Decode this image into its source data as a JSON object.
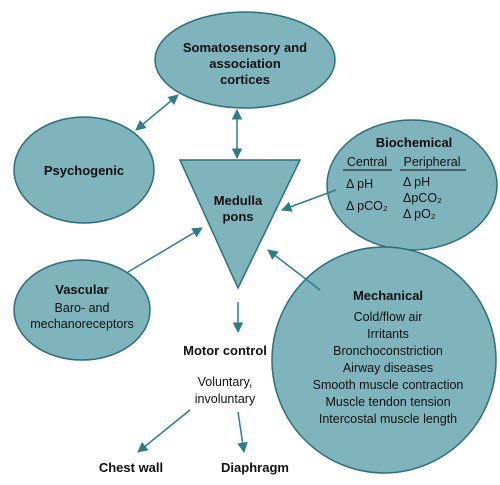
{
  "nodes": {
    "somatosensory": {
      "line1": "Somatosensory and",
      "line2": "association",
      "line3": "cortices"
    },
    "psychogenic": {
      "label": "Psychogenic"
    },
    "medulla": {
      "line1": "Medulla",
      "line2": "pons"
    },
    "biochemical": {
      "title": "Biochemical",
      "central_heading": "Central",
      "peripheral_heading": "Peripheral",
      "central_items": [
        "Δ pH",
        "Δ pCO₂"
      ],
      "peripheral_items": [
        "Δ pH",
        "ΔpCO₂",
        "Δ pO₂"
      ]
    },
    "vascular": {
      "title": "Vascular",
      "line1": "Baro- and",
      "line2": "mechanoreceptors"
    },
    "mechanical": {
      "title": "Mechanical",
      "items": [
        "Cold/flow air",
        "Irritants",
        "Bronchoconstriction",
        "Airway diseases",
        "Smooth muscle contraction",
        "Muscle tendon tension",
        "Intercostal muscle length"
      ]
    }
  },
  "outputs": {
    "motor_control": "Motor control",
    "voluntary_line1": "Voluntary,",
    "voluntary_line2": "involuntary",
    "chest_wall": "Chest wall",
    "diaphragm": "Diaphragm"
  },
  "colors": {
    "fill": "#7fb4bc",
    "stroke": "#2c6f7a",
    "arrow": "#2c7d86",
    "text": "#111111"
  }
}
